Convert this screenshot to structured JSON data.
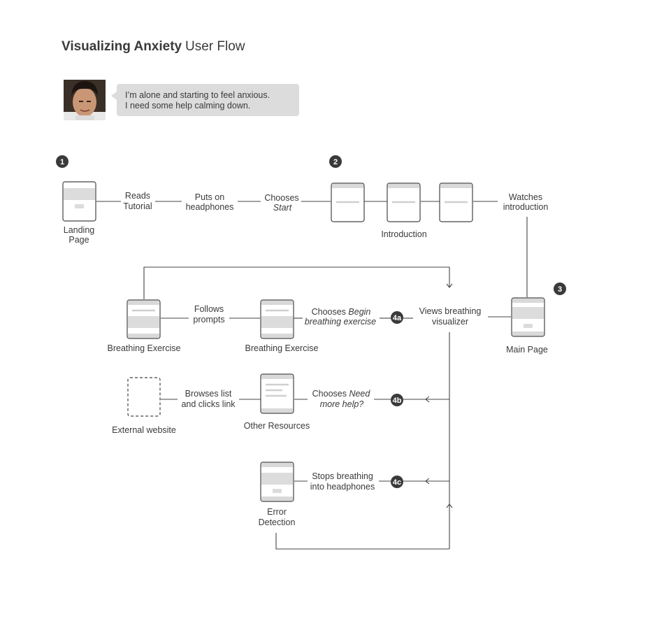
{
  "header": {
    "title": "Visualizing Anxiety",
    "subtitle": "User Flow"
  },
  "persona": {
    "quote_line1": "I’m alone and starting to feel anxious.",
    "quote_line2": "I need some help calming down."
  },
  "badges": {
    "b1": "1",
    "b2": "2",
    "b3": "3",
    "b4a": "4a",
    "b4b": "4b",
    "b4c": "4c"
  },
  "screens": {
    "landing_l1": "Landing",
    "landing_l2": "Page",
    "introduction": "Introduction",
    "main_page": "Main Page",
    "breathing_exercise_1": "Breathing Exercise",
    "breathing_exercise_2": "Breathing Exercise",
    "external_website": "External website",
    "other_resources": "Other Resources",
    "error_l1": "Error",
    "error_l2": "Detection"
  },
  "actions": {
    "reads_l1": "Reads",
    "reads_l2": "Tutorial",
    "puts_l1": "Puts on",
    "puts_l2": "headphones",
    "chooses_start_l1": "Chooses",
    "chooses_start_l2": "Start",
    "watches_l1": "Watches",
    "watches_l2": "introduction",
    "views_l1": "Views breathing",
    "views_l2": "visualizer",
    "choose_begin_l1a": "Chooses ",
    "choose_begin_l1b": "Begin",
    "choose_begin_l2": "breathing exercise",
    "follows_l1": "Follows",
    "follows_l2": "prompts",
    "browses_l1": "Browses list",
    "browses_l2": "and clicks link",
    "need_help_l1a": "Chooses ",
    "need_help_l1b": "Need",
    "need_help_l2": "more help?",
    "stops_l1": "Stops breathing",
    "stops_l2": "into headphones"
  }
}
